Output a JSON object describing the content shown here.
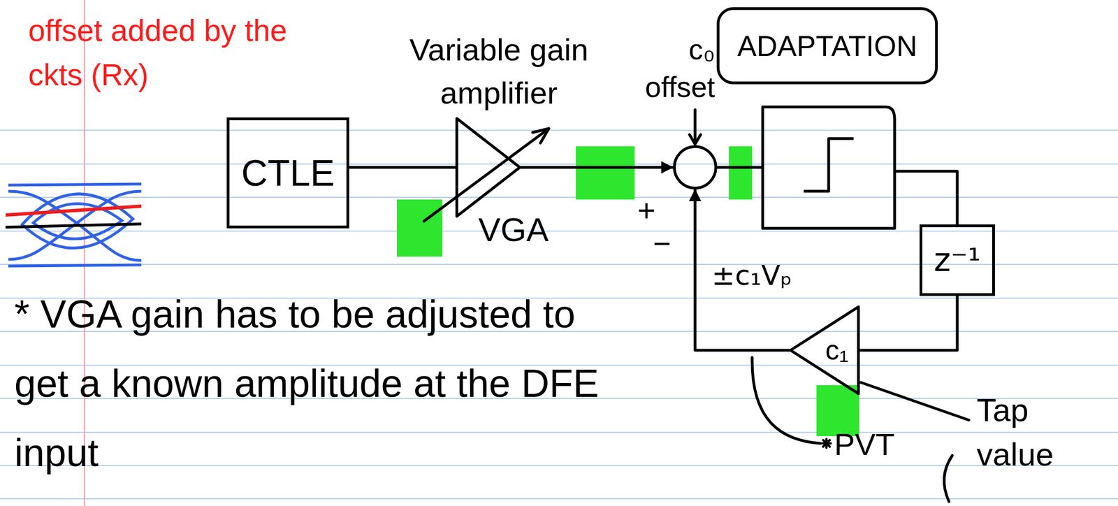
{
  "diagram": {
    "nodes": [
      {
        "text": [
          "CTLE"
        ]
      },
      {
        "text": [
          "Variable gain amplifier",
          "VGA"
        ]
      },
      {
        "text": [
          "c₀ offset"
        ]
      },
      {
        "text": [
          "ADAPTATION"
        ]
      },
      {
        "text": [
          "z⁻¹"
        ]
      },
      {
        "text": [
          "c₁"
        ]
      }
    ],
    "edges": [
      {
        "from": 0,
        "to": 1,
        "arrow": "none"
      },
      {
        "from": 1,
        "to": 2,
        "arrow": "to"
      },
      {
        "from": 5,
        "to": 2,
        "arrow": "to",
        "label": "±c₁Vₚ"
      },
      {
        "from": 4,
        "to": 5,
        "arrow": "none"
      }
    ],
    "labels": [
      "offset added by the ckts (Rx)",
      "+",
      "−",
      "* VGA gain has to be adjusted to get a known amplitude at the DFE input",
      "PVT",
      "Tap value"
    ]
  }
}
